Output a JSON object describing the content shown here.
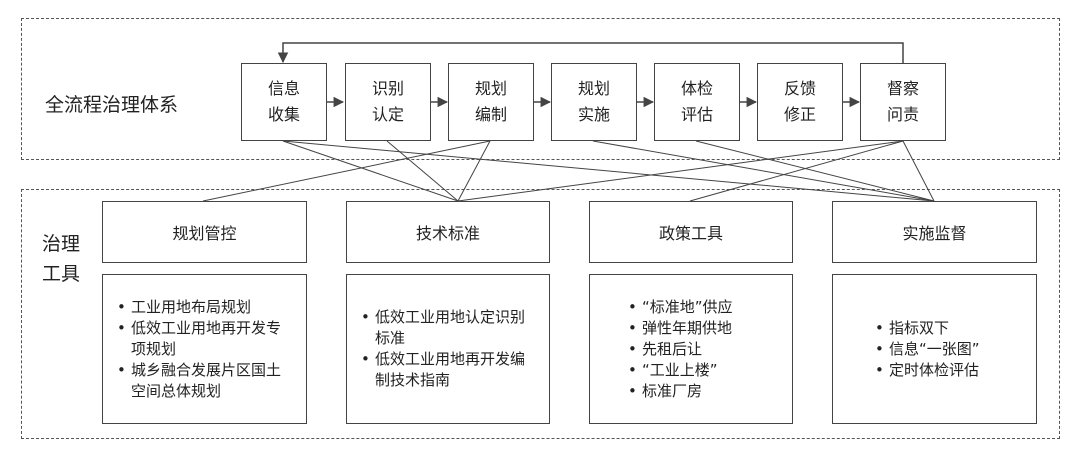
{
  "process": {
    "label": "全流程治理体系",
    "stages": [
      [
        "信息",
        "收集"
      ],
      [
        "识别",
        "认定"
      ],
      [
        "规划",
        "编制"
      ],
      [
        "规划",
        "实施"
      ],
      [
        "体检",
        "评估"
      ],
      [
        "反馈",
        "修正"
      ],
      [
        "督察",
        "问责"
      ]
    ]
  },
  "tools": {
    "label_line1": "治理",
    "label_line2": "工具",
    "items": [
      {
        "title": "规划管控",
        "bullets": [
          "工业用地布局规划",
          "低效工业用地再开发专项规划",
          "城乡融合发展片区国土空间总体规划"
        ]
      },
      {
        "title": "技术标准",
        "bullets": [
          "低效工业用地认定识别标准",
          "低效工业用地再开发编制技术指南"
        ]
      },
      {
        "title": "政策工具",
        "bullets": [
          "“标准地”供应",
          "弹性年期供地",
          "先租后让",
          "“工业上楼”",
          "标准厂房"
        ]
      },
      {
        "title": "实施监督",
        "bullets": [
          "指标双下",
          "信息“一张图”",
          "定时体检评估"
        ]
      }
    ]
  }
}
